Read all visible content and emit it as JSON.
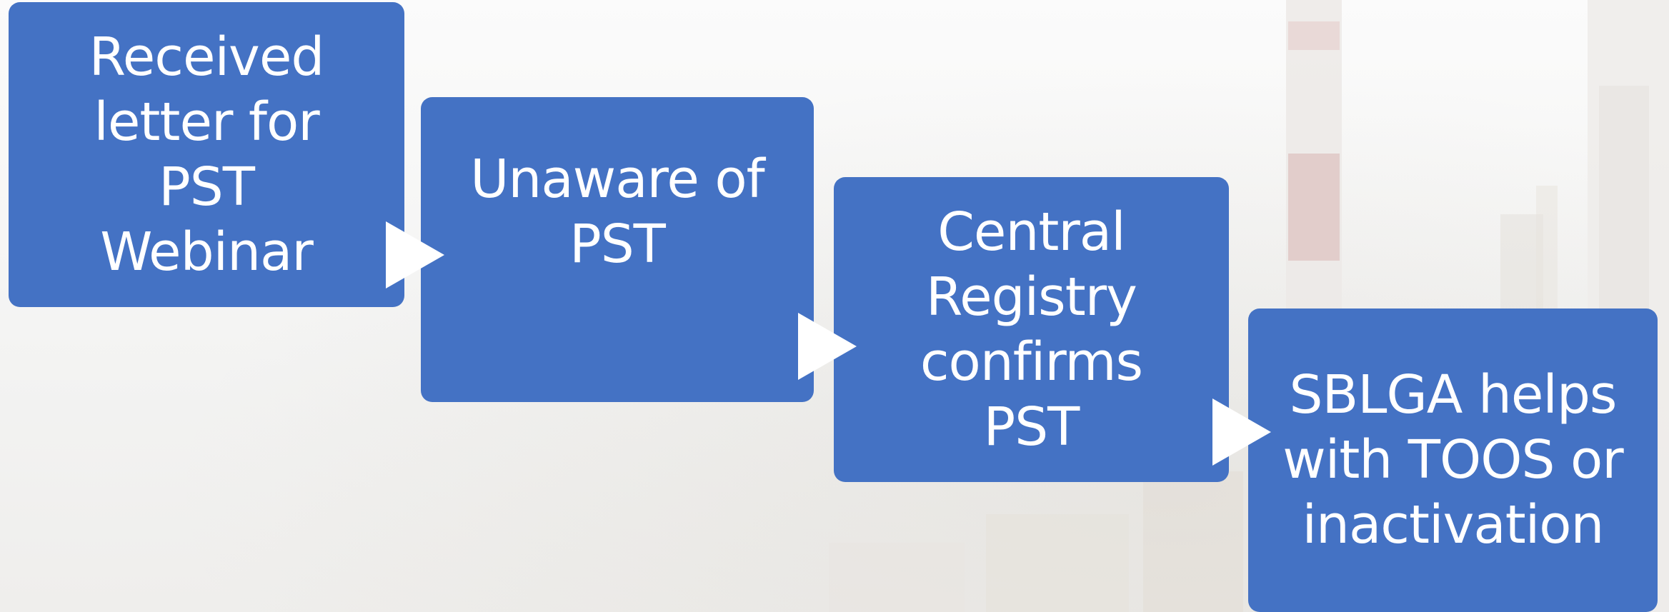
{
  "colors": {
    "box_fill": "#4472c4",
    "text": "#ffffff",
    "arrow": "#ffffff"
  },
  "steps": [
    {
      "label": "Received\nletter for\nPST\nWebinar"
    },
    {
      "label": "Unaware of\nPST"
    },
    {
      "label": "Central\nRegistry\nconfirms\nPST"
    },
    {
      "label": "SBLGA helps\nwith TOOS or\ninactivation"
    }
  ]
}
